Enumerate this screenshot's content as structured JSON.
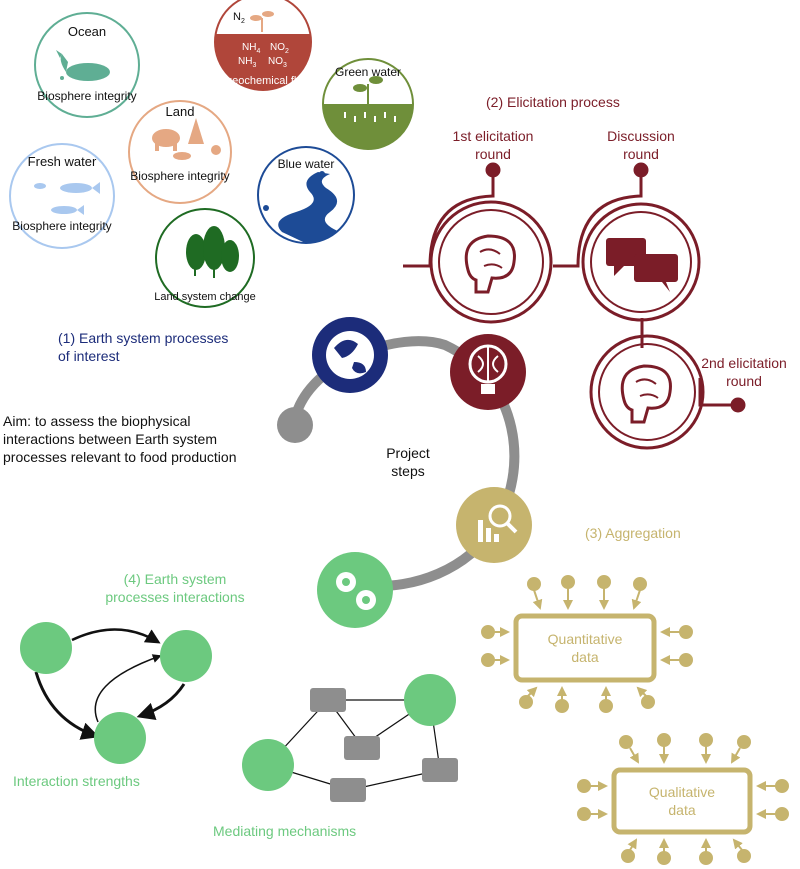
{
  "colors": {
    "ocean": "#5fae94",
    "fresh_water": "#a9c8ef",
    "land": "#e5a883",
    "biogeo": "#b0463a",
    "green_water": "#6f8f3a",
    "blue_water": "#1d4b96",
    "land_system": "#1f6b23",
    "process_label": "#1c2c7a",
    "elicitation": "#7b1d28",
    "aggregation": "#c6b46e",
    "interactions": "#6cc97f",
    "gray": "#8e8e8e",
    "black": "#111111"
  },
  "processes": {
    "ocean": {
      "title": "Ocean",
      "subtitle": "Biosphere integrity"
    },
    "biogeo": {
      "n2": "N",
      "n2_sub": "2",
      "nh4": "NH",
      "nh4_sub": "4",
      "no2": "NO",
      "no2_sub": "2",
      "nh3": "NH",
      "nh3_sub": "3",
      "no3": "NO",
      "no3_sub": "3",
      "title": "Biogeochemical flows"
    },
    "green_water": {
      "title": "Green water"
    },
    "land": {
      "title": "Land",
      "subtitle": "Biosphere integrity"
    },
    "fresh_water": {
      "title": "Fresh water",
      "subtitle": "Biosphere integrity"
    },
    "blue_water": {
      "title": "Blue water"
    },
    "land_system": {
      "title": "Land system change"
    }
  },
  "step1": {
    "line1": "(1) Earth system processes",
    "line2": "of interest"
  },
  "aim": {
    "line1": "Aim: to assess the biophysical",
    "line2": "interactions between Earth system",
    "line3": "processes relevant to food production"
  },
  "center": {
    "line1": "Project",
    "line2": "steps"
  },
  "step2": {
    "title": "(2) Elicitation process",
    "round1_line1": "1st elicitation",
    "round1_line2": "round",
    "discussion_line1": "Discussion",
    "discussion_line2": "round",
    "round2_line1": "2nd elicitation",
    "round2_line2": "round"
  },
  "step3": {
    "title": "(3) Aggregation",
    "quant_line1": "Quantitative",
    "quant_line2": "data",
    "qual_line1": "Qualitative",
    "qual_line2": "data"
  },
  "step4": {
    "line1": "(4) Earth system",
    "line2": "processes interactions",
    "strengths": "Interaction strengths",
    "mechanisms": "Mediating mechanisms"
  }
}
